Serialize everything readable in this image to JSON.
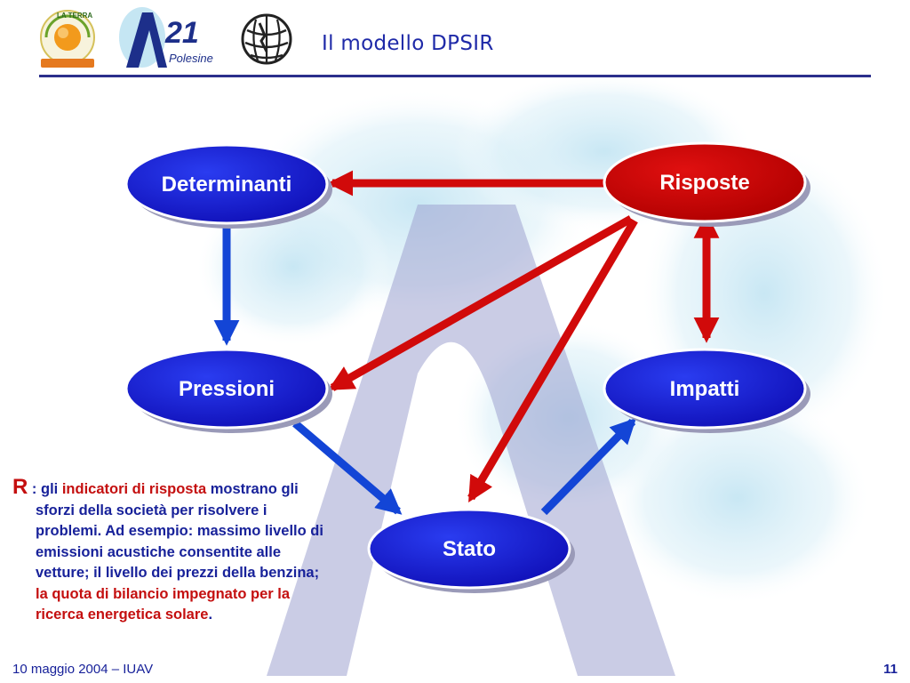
{
  "header": {
    "title": "Il modello DPSIR",
    "logos": [
      {
        "name": "la-terra-logo",
        "text": "LA TERRA"
      },
      {
        "name": "a21-polesine-logo",
        "text": "21",
        "sub": "Polesine"
      },
      {
        "name": "globe-logo"
      }
    ]
  },
  "diagram": {
    "nodes": {
      "determinanti": {
        "label": "Determinanti",
        "color": "#1a1ad6"
      },
      "risposte": {
        "label": "Risposte",
        "color": "#cc0000"
      },
      "pressioni": {
        "label": "Pressioni",
        "color": "#1a1ad6"
      },
      "impatti": {
        "label": "Impatti",
        "color": "#1a1ad6"
      },
      "stato": {
        "label": "Stato",
        "color": "#1a1ad6"
      }
    },
    "arrow_colors": {
      "blue": "#1345d6",
      "red": "#d10a0a"
    }
  },
  "note": {
    "lead": "R",
    "t1": " : gli ",
    "t2": "indicatori di risposta",
    "t3": " mostrano gli sforzi della società per risolvere i problemi. Ad esempio: massimo livello di emissioni acustiche consentite alle vetture; il livello dei prezzi della benzina; ",
    "t4": "la quota di bilancio impegnato per la ricerca energetica solare",
    "t5": "."
  },
  "footer": {
    "left": "10 maggio 2004  – IUAV",
    "page_number": "11"
  }
}
